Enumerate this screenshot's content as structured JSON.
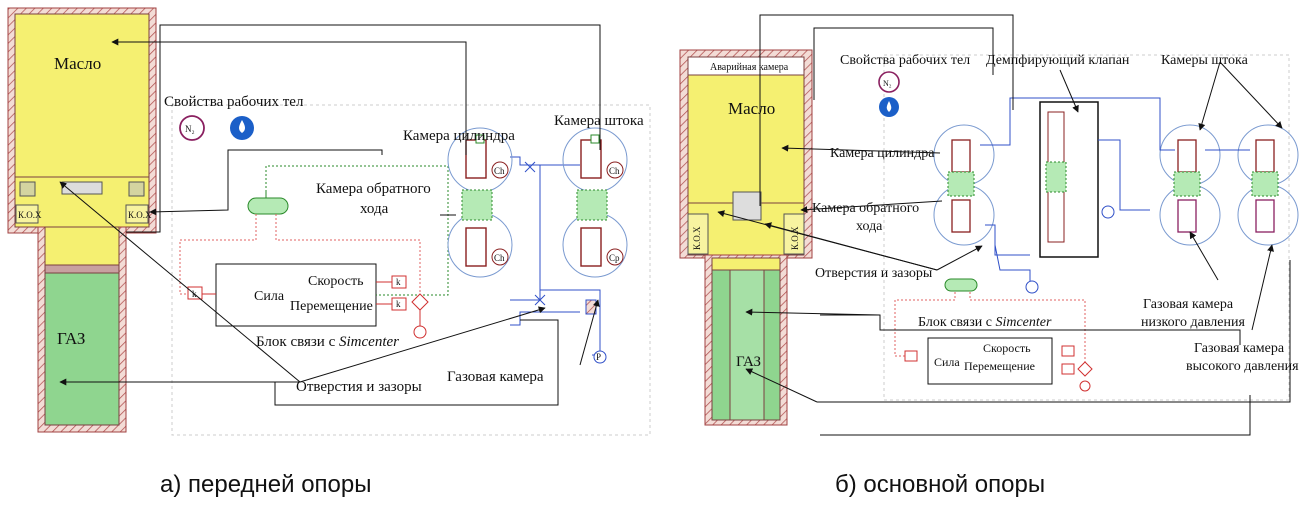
{
  "left": {
    "oil": "Масло",
    "gas": "ГАЗ",
    "kox": "К.О.Х",
    "props": "Свойства рабочих тел",
    "n2": "N₂",
    "cyl": "Камера цилиндра",
    "rod": "Камера штока",
    "reverse": [
      "Камера обратного",
      "хода"
    ],
    "force": "Сила",
    "speed": "Скорость",
    "move": "Перемещение",
    "link_prefix": "Блок связи с ",
    "link_em": "Simcenter",
    "holes": "Отверстия и зазоры",
    "gaschamber": "Газовая камера",
    "ch": "Ch",
    "cp": "Cp",
    "p": "P",
    "k": "k",
    "caption": "а) передней опоры"
  },
  "right": {
    "emergency": "Аварийная камера",
    "oil": "Масло",
    "gas": "ГАЗ",
    "kox": "К.О.Х",
    "props": "Свойства рабочих тел",
    "n2": "N₂",
    "damper": "Демпфирующий клапан",
    "rods": "Камеры штока",
    "cyl": "Камера цилиндра",
    "reverse": [
      "Камера обратного",
      "хода"
    ],
    "holes": "Отверстия и зазоры",
    "low": [
      "Газовая камера",
      "низкого давления"
    ],
    "high": [
      "Газовая камера",
      "высокого давления"
    ],
    "link_prefix": "Блок связи с ",
    "link_em": "Simcenter",
    "force": "Сила",
    "speed": "Скорость",
    "move": "Перемещение",
    "caption": "б) основной опоры"
  }
}
